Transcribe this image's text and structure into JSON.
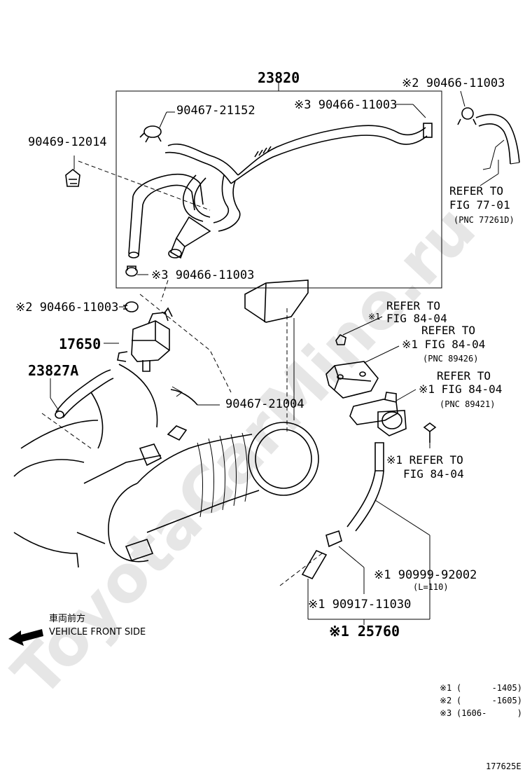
{
  "watermark": "ToyotaCarMine.ru",
  "figure_id": "177625E",
  "direction": {
    "japanese": "車両前方",
    "english": "VEHICLE FRONT SIDE",
    "arrow_icon": "arrow-left-icon"
  },
  "callouts": {
    "p23820": "23820",
    "p90466_top_right": "※2 90466-11003",
    "p90467_21152": "90467-21152",
    "p90466_hose_clip": "※3 90466-11003",
    "p90469_12014": "90469-12014",
    "p90466_box_bottom": "※3 90466-11003",
    "p90466_left": "※2 90466-11003",
    "p17650": "17650",
    "p23827A": "23827A",
    "p90467_21004": "90467-21004",
    "p90999_92002": "※1 90999-92002",
    "p90999_len": "(L=110)",
    "p90917_11030": "※1 90917-11030",
    "p25760": "※1 25760"
  },
  "references": {
    "fig77": {
      "line1": "REFER TO",
      "line2": "FIG 77-01",
      "line3": "(PNC 77261D)"
    },
    "fig84_a": {
      "mark": "※1",
      "line1": "REFER TO",
      "line2": "FIG 84-04"
    },
    "fig84_b": {
      "line1": "REFER TO",
      "line2": "※1 FIG 84-04",
      "line3": "(PNC 89426)"
    },
    "fig84_c": {
      "line1": "REFER TO",
      "line2": "※1 FIG 84-04",
      "line3": "(PNC 89421)"
    },
    "fig84_d": {
      "line1": "※1 REFER TO",
      "line2": "FIG 84-04"
    }
  },
  "legend": [
    {
      "mark": "※1",
      "range": "(      -1405)"
    },
    {
      "mark": "※2",
      "range": "(      -1605)"
    },
    {
      "mark": "※3",
      "range": "(1606-      )"
    }
  ]
}
